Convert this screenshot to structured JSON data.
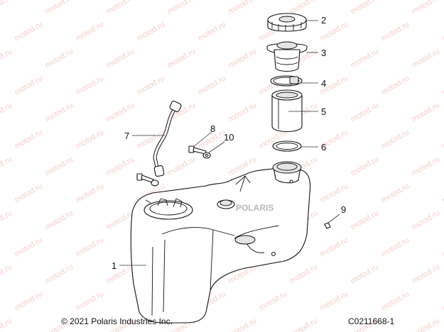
{
  "watermark_text": "motod.ru",
  "callouts": [
    "1",
    "2",
    "3",
    "4",
    "5",
    "6",
    "7",
    "8",
    "9",
    "10"
  ],
  "tank_brand": "POLARIS",
  "copyright": "© 2021 Polaris Industries Inc.",
  "figure_id": "C0211668-1",
  "colors": {
    "line": "#111111",
    "shade": "#e4e4e4",
    "watermark": "#f2c8c0"
  }
}
